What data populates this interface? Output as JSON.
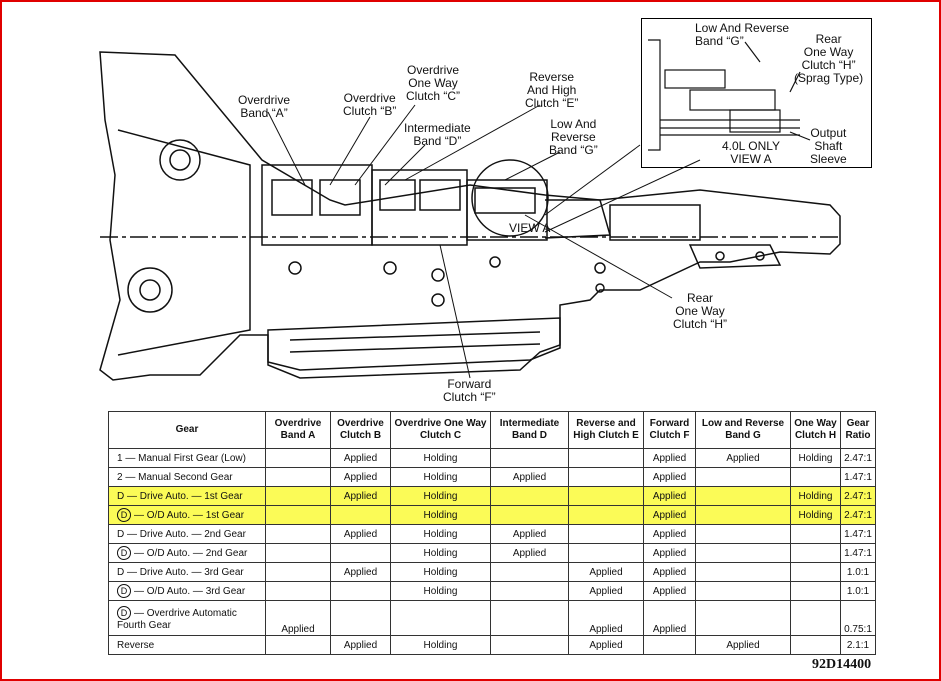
{
  "labels": {
    "overdrive_band_a": [
      "Overdrive",
      "Band “A”"
    ],
    "overdrive_clutch_b": [
      "Overdrive",
      "Clutch “B”"
    ],
    "overdrive_one_way_clutch_c": [
      "Overdrive",
      "One Way",
      "Clutch “C”"
    ],
    "intermediate_band_d": [
      "Intermediate",
      "Band “D”"
    ],
    "reverse_high_clutch_e": [
      "Reverse",
      "And High",
      "Clutch “E”"
    ],
    "low_reverse_band_g": [
      "Low And",
      "Reverse",
      "Band “G”"
    ],
    "view_a": "VIEW A",
    "rear_one_way_clutch_h": [
      "Rear",
      "One Way",
      "Clutch “H”"
    ],
    "forward_clutch_f": [
      "Forward",
      "Clutch “F”"
    ]
  },
  "inset": {
    "low_reverse_band_g": [
      "Low And Reverse",
      "Band “G”"
    ],
    "rear_one_way_clutch_h": [
      "Rear",
      "One Way",
      "Clutch “H”",
      "(Sprag Type)"
    ],
    "output_shaft_sleeve": [
      "Output",
      "Shaft",
      "Sleeve"
    ],
    "caption": [
      "4.0L ONLY",
      "VIEW A"
    ]
  },
  "table": {
    "headers": [
      [
        "Gear"
      ],
      [
        "Overdrive",
        "Band A"
      ],
      [
        "Overdrive",
        "Clutch B"
      ],
      [
        "Overdrive One Way",
        "Clutch C"
      ],
      [
        "Intermediate",
        "Band D"
      ],
      [
        "Reverse and",
        "High Clutch E"
      ],
      [
        "Forward",
        "Clutch F"
      ],
      [
        "Low and Reverse",
        "Band G"
      ],
      [
        "One Way",
        "Clutch H"
      ],
      [
        "Gear",
        "Ratio"
      ]
    ],
    "rows": [
      {
        "circle": "",
        "gear": [
          "1 — Manual First Gear (Low)"
        ],
        "cells": [
          "",
          "Applied",
          "Holding",
          "",
          "",
          "Applied",
          "Applied",
          "Holding",
          "2.47:1"
        ],
        "highlight": false
      },
      {
        "circle": "",
        "gear": [
          "2 — Manual Second Gear"
        ],
        "cells": [
          "",
          "Applied",
          "Holding",
          "Applied",
          "",
          "Applied",
          "",
          "",
          "1.47:1"
        ],
        "highlight": false
      },
      {
        "circle": "",
        "gear": [
          "D — Drive Auto. — 1st Gear"
        ],
        "cells": [
          "",
          "Applied",
          "Holding",
          "",
          "",
          "Applied",
          "",
          "Holding",
          "2.47:1"
        ],
        "highlight": true
      },
      {
        "circle": "D",
        "gear": [
          "— O/D Auto. — 1st Gear"
        ],
        "cells": [
          "",
          "",
          "Holding",
          "",
          "",
          "Applied",
          "",
          "Holding",
          "2.47:1"
        ],
        "highlight": true
      },
      {
        "circle": "",
        "gear": [
          "D — Drive Auto. — 2nd Gear"
        ],
        "cells": [
          "",
          "Applied",
          "Holding",
          "Applied",
          "",
          "Applied",
          "",
          "",
          "1.47:1"
        ],
        "highlight": false
      },
      {
        "circle": "D",
        "gear": [
          "— O/D Auto. — 2nd Gear"
        ],
        "cells": [
          "",
          "",
          "Holding",
          "Applied",
          "",
          "Applied",
          "",
          "",
          "1.47:1"
        ],
        "highlight": false
      },
      {
        "circle": "",
        "gear": [
          "D — Drive Auto. — 3rd Gear"
        ],
        "cells": [
          "",
          "Applied",
          "Holding",
          "",
          "Applied",
          "Applied",
          "",
          "",
          "1.0:1"
        ],
        "highlight": false
      },
      {
        "circle": "D",
        "gear": [
          "— O/D Auto. — 3rd Gear"
        ],
        "cells": [
          "",
          "",
          "Holding",
          "",
          "Applied",
          "Applied",
          "",
          "",
          "1.0:1"
        ],
        "highlight": false
      },
      {
        "circle": "D",
        "gear": [
          "— Overdrive Automatic",
          "Fourth Gear"
        ],
        "cells": [
          "Applied",
          "",
          "",
          "",
          "Applied",
          "Applied",
          "",
          "",
          "0.75:1"
        ],
        "highlight": false
      },
      {
        "circle": "",
        "gear": [
          "Reverse"
        ],
        "cells": [
          "",
          "Applied",
          "Holding",
          "",
          "Applied",
          "",
          "Applied",
          "",
          "2.1:1"
        ],
        "highlight": false
      }
    ]
  },
  "figure_code": "92D14400",
  "colors": {
    "border": "#e00000",
    "highlight": "#fbfb57"
  }
}
